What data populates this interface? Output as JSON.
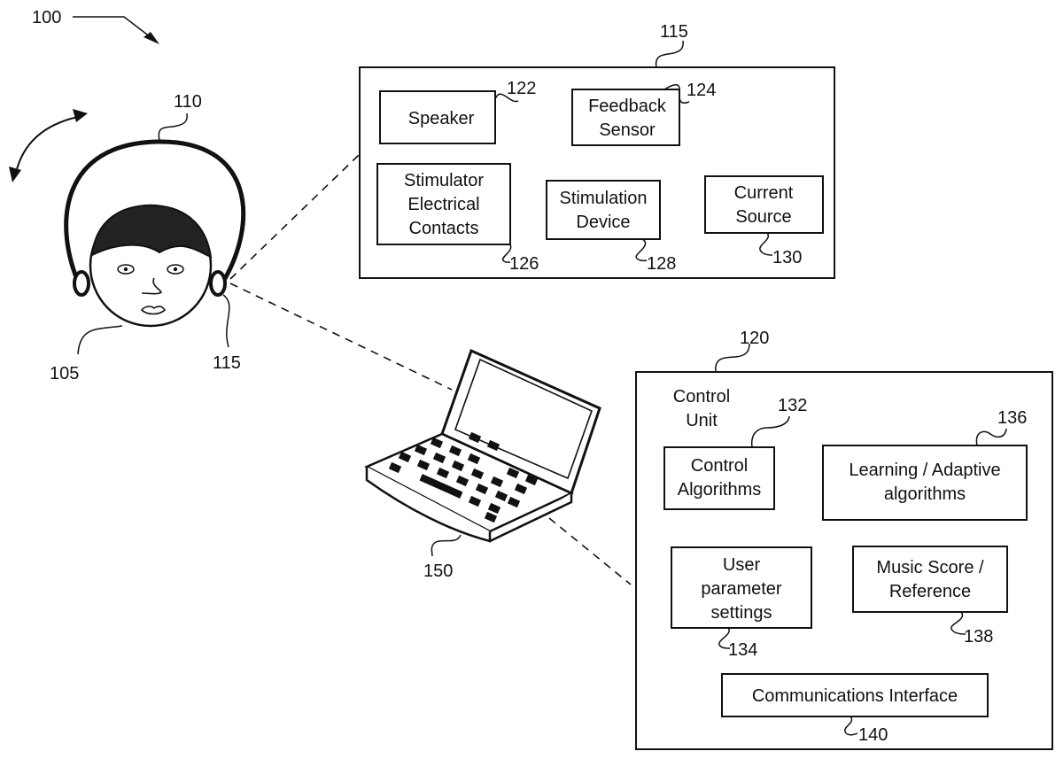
{
  "figure": {
    "ref": "100",
    "head": {
      "ref": "105"
    },
    "headset": {
      "ref": "110",
      "earpiece_ref": "115"
    },
    "computer": {
      "ref": "150"
    }
  },
  "device_block": {
    "ref": "115",
    "components": [
      {
        "ref": "122",
        "label_lines": [
          "Speaker"
        ]
      },
      {
        "ref": "124",
        "label_lines": [
          "Feedback",
          "Sensor"
        ]
      },
      {
        "ref": "126",
        "label_lines": [
          "Stimulator",
          "Electrical",
          "Contacts"
        ]
      },
      {
        "ref": "128",
        "label_lines": [
          "Stimulation",
          "Device"
        ]
      },
      {
        "ref": "130",
        "label_lines": [
          "Current",
          "Source"
        ]
      }
    ]
  },
  "control_block": {
    "ref": "120",
    "title_lines": [
      "Control",
      "Unit"
    ],
    "components": [
      {
        "ref": "132",
        "label_lines": [
          "Control",
          "Algorithms"
        ]
      },
      {
        "ref": "136",
        "label_lines": [
          "Learning / Adaptive",
          "algorithms"
        ]
      },
      {
        "ref": "134",
        "label_lines": [
          "User",
          "parameter",
          "settings"
        ]
      },
      {
        "ref": "138",
        "label_lines": [
          "Music Score /",
          "Reference"
        ]
      },
      {
        "ref": "140",
        "label_lines": [
          "Communications Interface"
        ]
      }
    ]
  }
}
